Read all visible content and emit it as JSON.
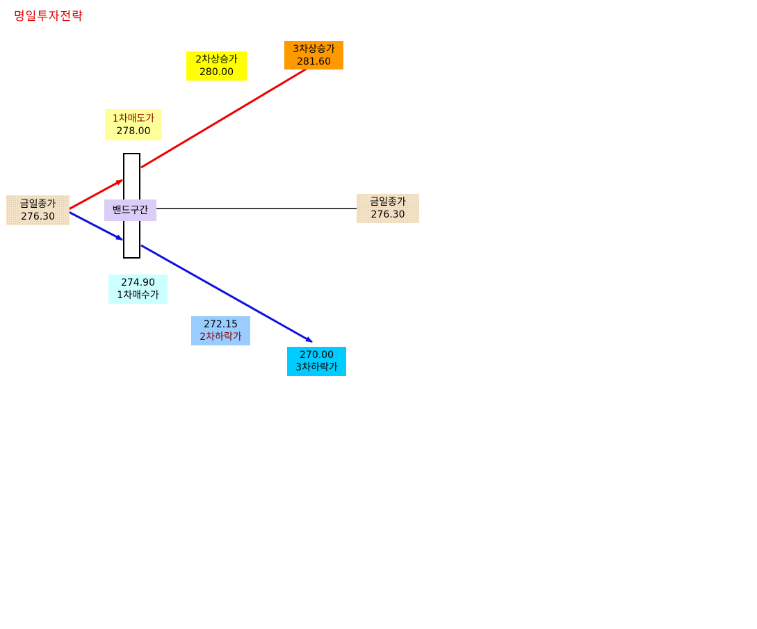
{
  "title": "명일투자전략",
  "colors": {
    "up_line": "#ee0000",
    "down_line": "#1010dd",
    "flat_line": "#000000",
    "close_box": "#f4e2c6",
    "band_box": "#dccdf7",
    "sell1_box": "#ffff99",
    "up2_box": "#ffff00",
    "up3_box": "#ff9900",
    "buy1_box": "#ccffff",
    "down2_box": "#99ccff",
    "down3_box": "#00ccff"
  },
  "today_close_left": {
    "label": "금일종가",
    "value": "276.30"
  },
  "today_close_right": {
    "label": "금일종가",
    "value": "276.30"
  },
  "band": {
    "label": "밴드구간"
  },
  "sell_1": {
    "label": "1차매도가",
    "value": "278.00"
  },
  "rise_2": {
    "label": "2차상승가",
    "value": "280.00"
  },
  "rise_3": {
    "label": "3차상승가",
    "value": "281.60"
  },
  "buy_1": {
    "value": "274.90",
    "label": "1차매수가"
  },
  "fall_2": {
    "value": "272.15",
    "label": "2차하락가"
  },
  "fall_3": {
    "value": "270.00",
    "label": "3차하락가"
  }
}
